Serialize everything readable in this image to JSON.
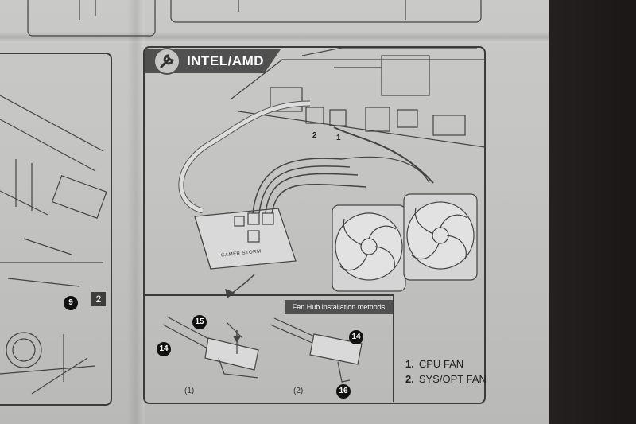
{
  "section": {
    "title": "INTEL/AMD"
  },
  "header_labels": {
    "connector_2": "2",
    "connector_1": "1"
  },
  "hub_brand": "GAMER STORM",
  "hub_panel": {
    "title": "Fan Hub installation methods",
    "callouts": {
      "a15": "15",
      "a14": "14",
      "b14": "14",
      "b16": "16"
    },
    "captions": {
      "method1": "(1)",
      "method2": "(2)"
    }
  },
  "legend": [
    {
      "number": "1.",
      "label": "CPU FAN"
    },
    {
      "number": "2.",
      "label": "SYS/OPT FAN"
    }
  ],
  "left_page": {
    "callout": "9",
    "step_badge": "2"
  },
  "colors": {
    "ink": "#3b3b3b",
    "header_bg": "#505050",
    "paper": "#c6c6c4",
    "background": "#2a2624"
  }
}
